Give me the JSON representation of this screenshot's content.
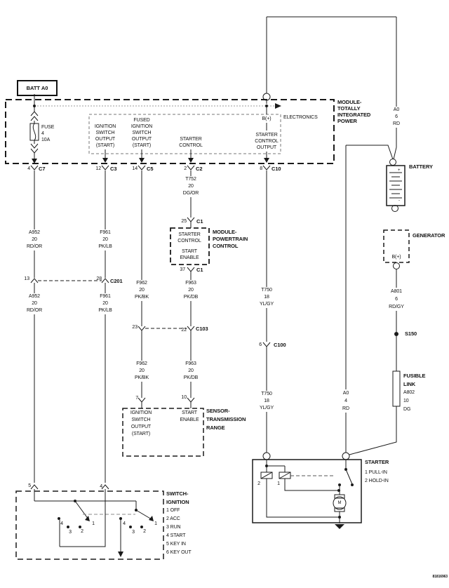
{
  "diagram_id": "81816963",
  "batt_tag": "BATT A0",
  "fuse": [
    "FUSE",
    "4",
    "10A"
  ],
  "tipm": {
    "title": [
      "MODULE-",
      "TOTALLY",
      "INTEGRATED",
      "POWER"
    ],
    "electronics": "ELECTRONICS",
    "b_plus": "B(+)",
    "col_ign": [
      "IGNITION",
      "SWITCH",
      "OUTPUT",
      "(START)"
    ],
    "col_fused": [
      "FUSED",
      "IGNITION",
      "SWITCH",
      "OUTPUT",
      "(START)"
    ],
    "col_starter_ctl": [
      "STARTER",
      "CONTROL"
    ],
    "col_starter_out": [
      "STARTER",
      "CONTROL",
      "OUTPUT"
    ]
  },
  "connectors": {
    "c7": {
      "pin": "4",
      "name": "C7"
    },
    "c3": {
      "pin": "12",
      "name": "C3"
    },
    "c5": {
      "pin": "14",
      "name": "C5"
    },
    "c2": {
      "pin": "2",
      "name": "C2"
    },
    "c10": {
      "pin": "8",
      "name": "C10"
    },
    "c1_top": {
      "pin": "25",
      "name": "C1"
    },
    "c1_bot": {
      "pin": "37",
      "name": "C1"
    },
    "c201": {
      "pin_l": "13",
      "pin_r": "28",
      "name": "C201"
    },
    "c103": {
      "pin_l": "23",
      "pin_r": "22",
      "name": "C103"
    },
    "c100": {
      "pin": "6",
      "name": "C100"
    },
    "trs_7": "7",
    "trs_10": "10",
    "sw_5": "5",
    "sw_4": "4"
  },
  "wires": {
    "a952_a": [
      "A952",
      "20",
      "RD/OR"
    ],
    "f961_a": [
      "F961",
      "20",
      "PK/LB"
    ],
    "a952_b": [
      "A952",
      "20",
      "RD/OR"
    ],
    "f961_b": [
      "F961",
      "20",
      "PK/LB"
    ],
    "t752": [
      "T752",
      "20",
      "DG/OR"
    ],
    "f962_a": [
      "F962",
      "20",
      "PK/BK"
    ],
    "f963_a": [
      "F963",
      "20",
      "PK/DB"
    ],
    "f962_b": [
      "F962",
      "20",
      "PK/BK"
    ],
    "f963_b": [
      "F963",
      "20",
      "PK/DB"
    ],
    "t750_a": [
      "T750",
      "18",
      "YL/GY"
    ],
    "t750_b": [
      "T750",
      "18",
      "YL/GY"
    ],
    "a0_6": [
      "A0",
      "6",
      "RD"
    ],
    "a0_4": [
      "A0",
      "4",
      "RD"
    ],
    "a801": [
      "A801",
      "6",
      "RD/GY"
    ],
    "a802": [
      "A802",
      "10",
      "DG"
    ]
  },
  "pcm": {
    "title": [
      "MODULE-",
      "POWERTRAIN",
      "CONTROL"
    ],
    "starter_control": [
      "STARTER",
      "CONTROL"
    ],
    "start_enable": [
      "START",
      "ENABLE"
    ]
  },
  "trs": {
    "title": [
      "SENSOR-",
      "TRANSMISSION",
      "RANGE"
    ],
    "ign_out": [
      "IGNITION",
      "SWITCH",
      "OUTPUT",
      "(START)"
    ],
    "start_enable": [
      "START",
      "ENABLE"
    ]
  },
  "battery": {
    "label": "BATTERY",
    "plus": "+",
    "minus": "-"
  },
  "generator": {
    "label": "GENERATOR",
    "b_plus": "B(+)"
  },
  "splice": "S150",
  "fusible_link": {
    "title": [
      "FUSIBLE",
      "LINK"
    ]
  },
  "starter": {
    "label": "STARTER",
    "legend": [
      "1 PULL-IN",
      "2 HOLD-IN"
    ],
    "coil2": "2",
    "coil1": "1",
    "motor": "M"
  },
  "ign_switch": {
    "title": [
      "SWITCH-",
      "IGNITION"
    ],
    "legend": [
      "1 OFF",
      "2 ACC",
      "3 RUN",
      "4 START",
      "5 KEY IN",
      "6 KEY OUT"
    ],
    "pos_left": [
      "4",
      "3",
      "2",
      "1"
    ],
    "pos_right": [
      "4",
      "3",
      "2",
      "1"
    ]
  },
  "colors": {
    "line": "#1a1a1a",
    "bus": "#999999",
    "inner_box": "#777777"
  }
}
